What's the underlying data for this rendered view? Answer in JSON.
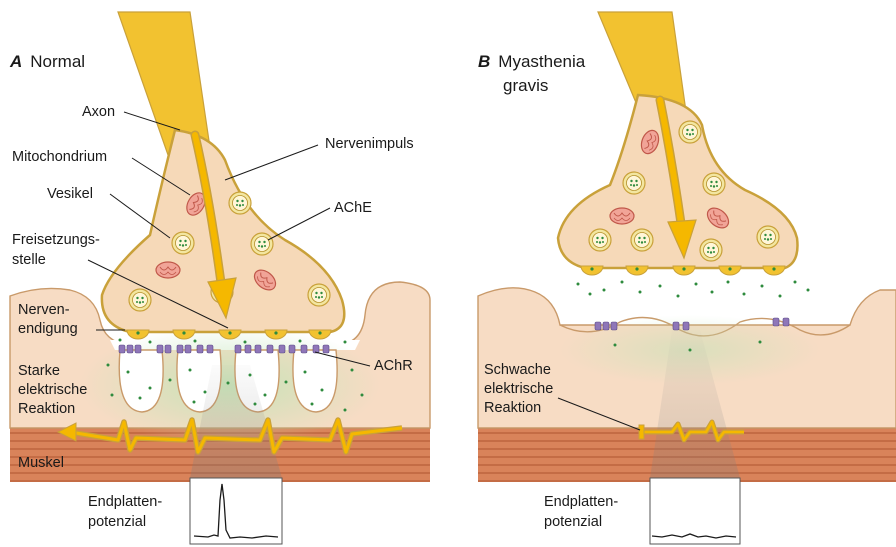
{
  "panels": [
    {
      "letter": "A",
      "title": "Normal",
      "labels": {
        "axon": "Axon",
        "mitochondrium": "Mitochondrium",
        "vesikel": "Vesikel",
        "freisetzung_1": "Freisetzungs-",
        "freisetzung_2": "stelle",
        "nervenendigung_1": "Nerven-",
        "nervenendigung_2": "endigung",
        "reaktion_1": "Starke",
        "reaktion_2": "elektrische",
        "reaktion_3": "Reaktion",
        "muskel": "Muskel",
        "nervenimpuls": "Nervenimpuls",
        "ache": "AChE",
        "achr": "AChR",
        "endplatten_1": "Endplatten-",
        "endplatten_2": "potenzial"
      }
    },
    {
      "letter": "B",
      "title_1": "Myasthenia",
      "title_2": "gravis",
      "labels": {
        "reaktion_1": "Schwache",
        "reaktion_2": "elektrische",
        "reaktion_3": "Reaktion",
        "endplatten_1": "Endplatten-",
        "endplatten_2": "potenzial"
      }
    }
  ],
  "colors": {
    "axon": "#f2c230",
    "terminal_fill": "#f6d9b8",
    "terminal_stroke": "#c9a13a",
    "membrane": "#f7dcc4",
    "muscle": "#d9835a",
    "impulse": "#f5b800",
    "ach_dots": "#2e8b3d",
    "receptor": "#8f76b8",
    "mitochondrium": "#e98a7c"
  }
}
